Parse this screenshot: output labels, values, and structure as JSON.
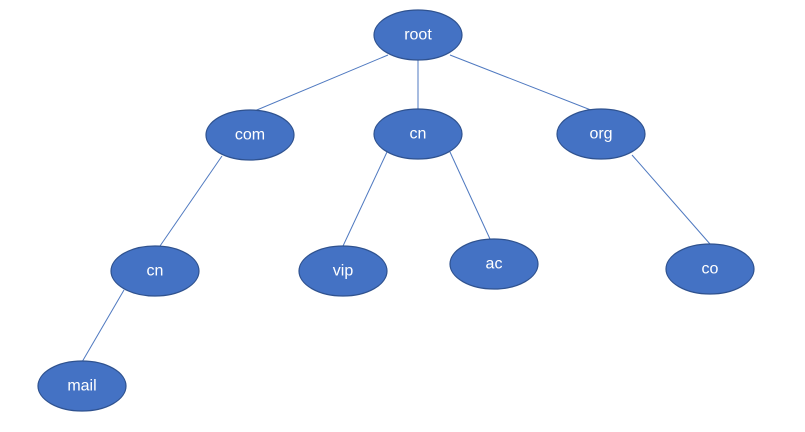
{
  "diagram": {
    "nodes": [
      {
        "id": "root",
        "label": "root"
      },
      {
        "id": "com",
        "label": "com"
      },
      {
        "id": "cn_top",
        "label": "cn"
      },
      {
        "id": "org",
        "label": "org"
      },
      {
        "id": "cn_com",
        "label": "cn"
      },
      {
        "id": "vip",
        "label": "vip"
      },
      {
        "id": "ac",
        "label": "ac"
      },
      {
        "id": "co",
        "label": "co"
      },
      {
        "id": "mail",
        "label": "mail"
      }
    ],
    "edges": [
      {
        "from": "root",
        "to": "com"
      },
      {
        "from": "root",
        "to": "cn_top"
      },
      {
        "from": "root",
        "to": "org"
      },
      {
        "from": "com",
        "to": "cn_com"
      },
      {
        "from": "cn_com",
        "to": "mail"
      },
      {
        "from": "cn_top",
        "to": "vip"
      },
      {
        "from": "cn_top",
        "to": "ac"
      },
      {
        "from": "org",
        "to": "co"
      }
    ],
    "colors": {
      "node_fill": "#4472c4",
      "node_stroke": "#2f528f",
      "edge": "#4f79c0",
      "label": "#ffffff"
    }
  }
}
